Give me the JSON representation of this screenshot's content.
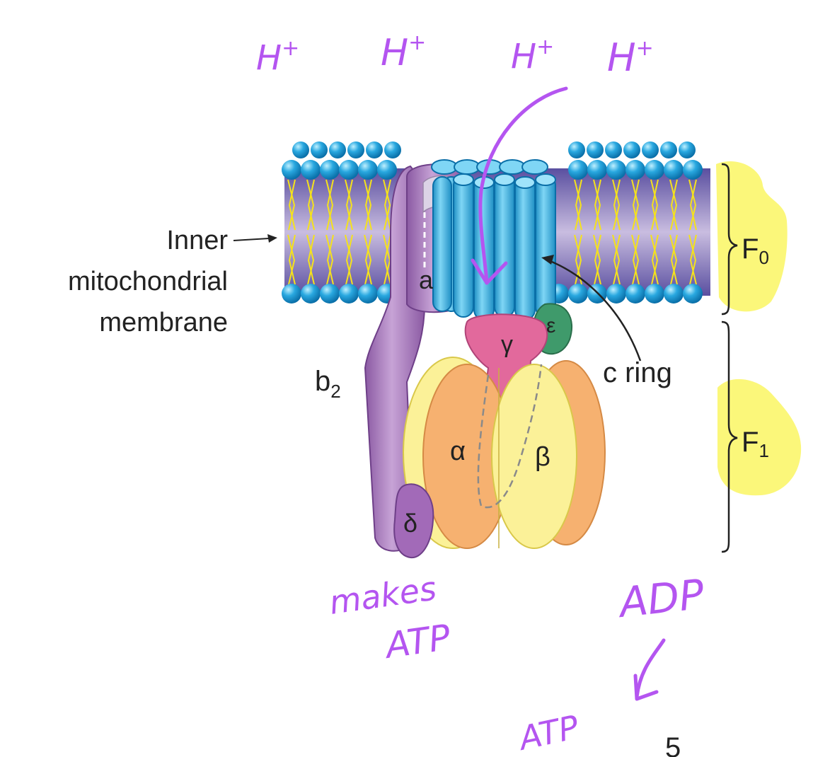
{
  "labels": {
    "membrane_line1": "Inner",
    "membrane_line2": "mitochondrial",
    "membrane_line3": "membrane",
    "sub_a": "a",
    "sub_b": "b",
    "sub_b_sub": "2",
    "gamma": "γ",
    "epsilon": "ε",
    "alpha": "α",
    "beta": "β",
    "delta": "δ",
    "c_ring": "c ring",
    "f0": "F",
    "f0_sub": "0",
    "f1": "F",
    "f1_sub": "1"
  },
  "annotations": {
    "h_plus": "H",
    "h_plus_sup": "+",
    "makes_line1": "makes",
    "makes_line2": "ATP",
    "adp": "ADP",
    "atp": "ATP",
    "page_number": "5"
  },
  "colors": {
    "handwriting": "#b455f0",
    "highlight": "#fbf77a",
    "lipid_head": "#29a8e0",
    "c_ring": "#3fb6e8",
    "subunit_a": "#b98ac9",
    "gamma": "#e2699c",
    "epsilon": "#3f9a6b",
    "alpha": "#f6b170",
    "beta": "#fbf198"
  }
}
